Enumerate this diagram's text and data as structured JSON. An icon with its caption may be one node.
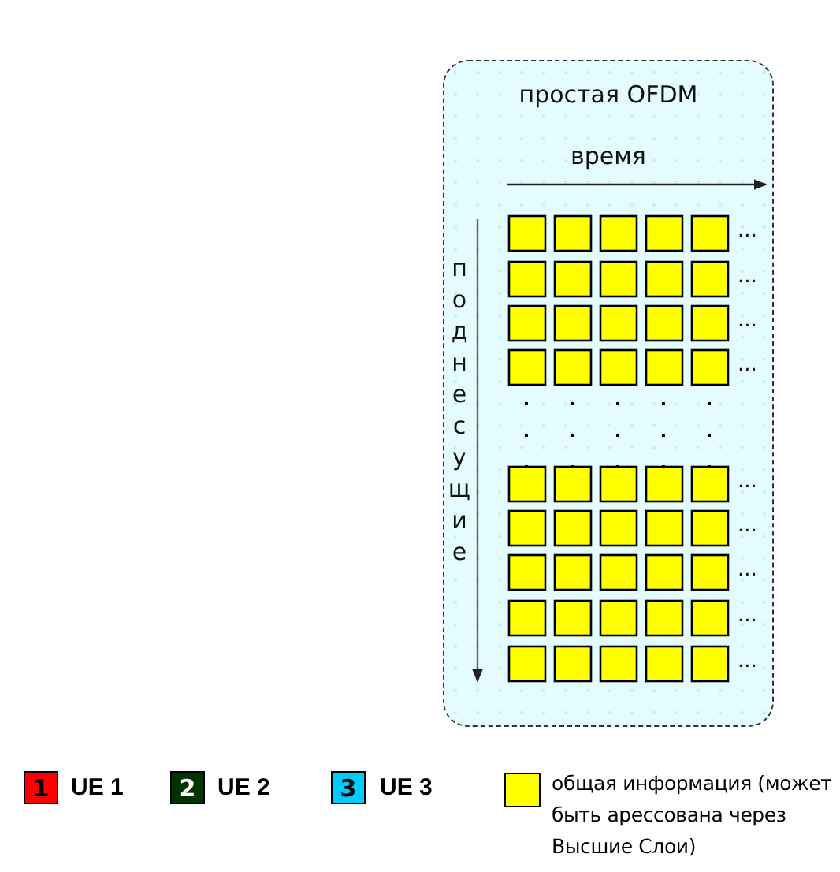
{
  "diagram": {
    "nodes": [
      {
        "text": [
          "простая OFDM"
        ]
      }
    ],
    "labels": [
      "время",
      "поднесущие",
      "...",
      "...",
      "...",
      "...",
      "...",
      "...",
      "...",
      "...",
      "...",
      "1",
      "2",
      "3"
    ],
    "legend": [
      {
        "text": "UE 1",
        "color": "#ff0000"
      },
      {
        "text": "UE 2",
        "color": "#003300"
      },
      {
        "text": "UE 3",
        "color": "#00ccff"
      },
      {
        "text": "общая информация (может быть арессована через Высшие Слои)",
        "color": "#ffff00"
      }
    ]
  }
}
